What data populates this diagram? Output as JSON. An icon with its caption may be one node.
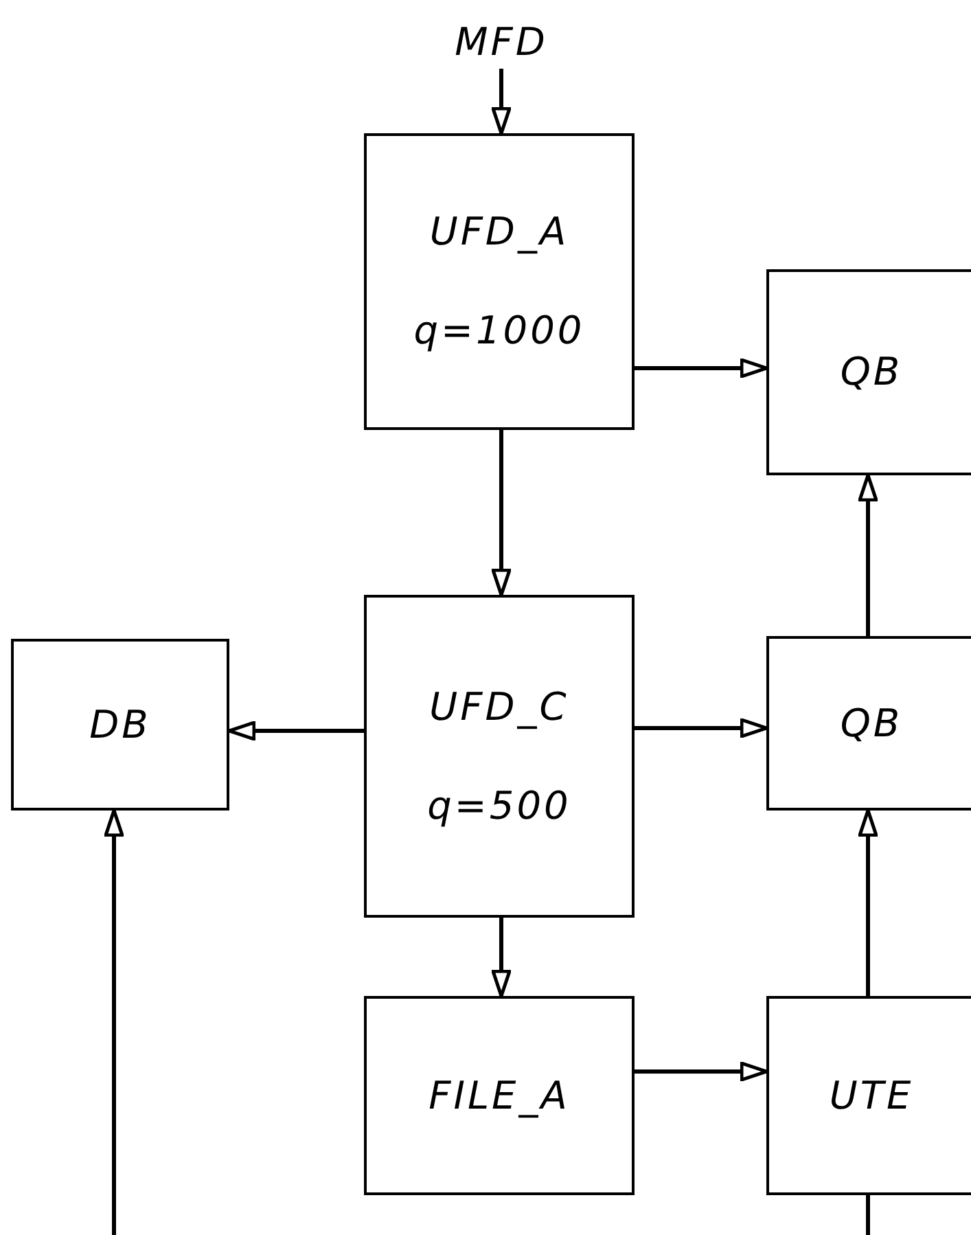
{
  "diagram": {
    "nodes": [
      {
        "text": [
          "MFD"
        ]
      },
      {
        "text": [
          "UFD_A",
          "q=1000"
        ]
      },
      {
        "text": [
          "QB"
        ]
      },
      {
        "text": [
          "UFD_C",
          "q=500"
        ]
      },
      {
        "text": [
          "DB"
        ]
      },
      {
        "text": [
          "QB"
        ]
      },
      {
        "text": [
          "FILE_A"
        ]
      },
      {
        "text": [
          "UTE"
        ]
      }
    ],
    "edges": [
      {
        "from": 0,
        "to": 1,
        "arrow": "to"
      },
      {
        "from": 1,
        "to": 2,
        "arrow": "to"
      },
      {
        "from": 1,
        "to": 3,
        "arrow": "to"
      },
      {
        "from": 3,
        "to": 4,
        "arrow": "to"
      },
      {
        "from": 3,
        "to": 5,
        "arrow": "to"
      },
      {
        "from": 3,
        "to": 6,
        "arrow": "to"
      },
      {
        "from": 6,
        "to": 7,
        "arrow": "to"
      },
      {
        "from": 5,
        "to": 2,
        "arrow": "to"
      },
      {
        "from": 7,
        "to": 5,
        "arrow": "to"
      },
      {
        "from": null,
        "to": 4,
        "arrow": "to"
      },
      {
        "from": 7,
        "to": null,
        "arrow": "none"
      }
    ]
  }
}
